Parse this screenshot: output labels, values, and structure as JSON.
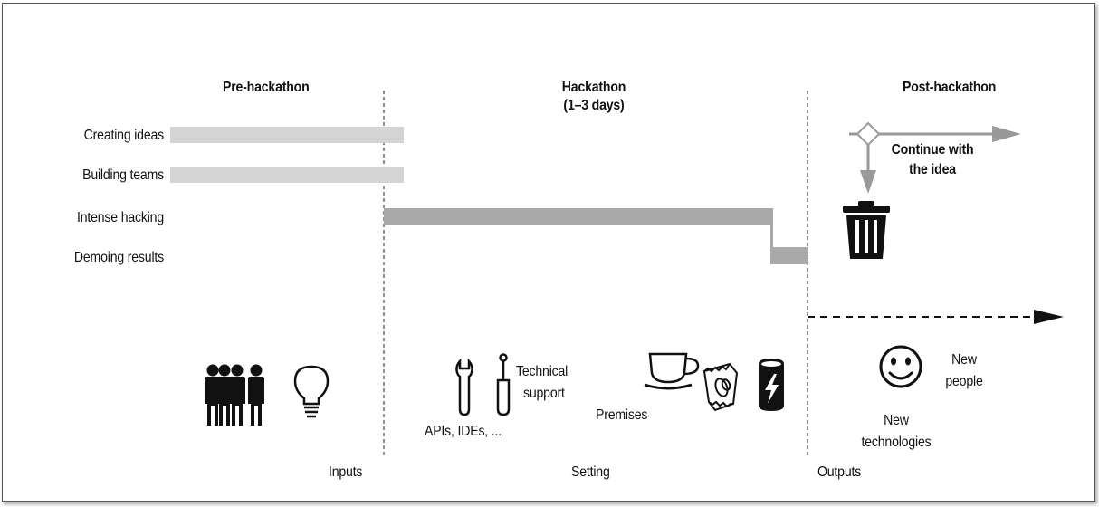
{
  "phases": {
    "pre": "Pre-hackathon",
    "hack_line1": "Hackathon",
    "hack_line2": "(1–3 days)",
    "post": "Post-hackathon"
  },
  "activities": {
    "creating_ideas": "Creating ideas",
    "building_teams": "Building teams",
    "intense_hacking": "Intense hacking",
    "demoing_results": "Demoing results"
  },
  "decision": {
    "continue_line1": "Continue with",
    "continue_line2": "the idea"
  },
  "setting": {
    "technical_line1": "Technical",
    "technical_line2": "support",
    "apis": "APIs, IDEs, ...",
    "premises": "Premises"
  },
  "outputs": {
    "new_people_line1": "New",
    "new_people_line2": "people",
    "new_tech_line1": "New",
    "new_tech_line2": "technologies"
  },
  "bottom_labels": {
    "inputs": "Inputs",
    "setting": "Setting",
    "outputs": "Outputs"
  },
  "colors": {
    "light_bar": "#d4d4d4",
    "dark_bar": "#a9a9a9",
    "arrow_gray": "#9a9a9a"
  },
  "icons": [
    "people-icon",
    "lightbulb-icon",
    "wrench-icon",
    "screwdriver-icon",
    "coffee-cup-icon",
    "snack-bag-icon",
    "energy-drink-icon",
    "trash-can-icon",
    "smiley-icon",
    "decision-diamond-icon"
  ]
}
